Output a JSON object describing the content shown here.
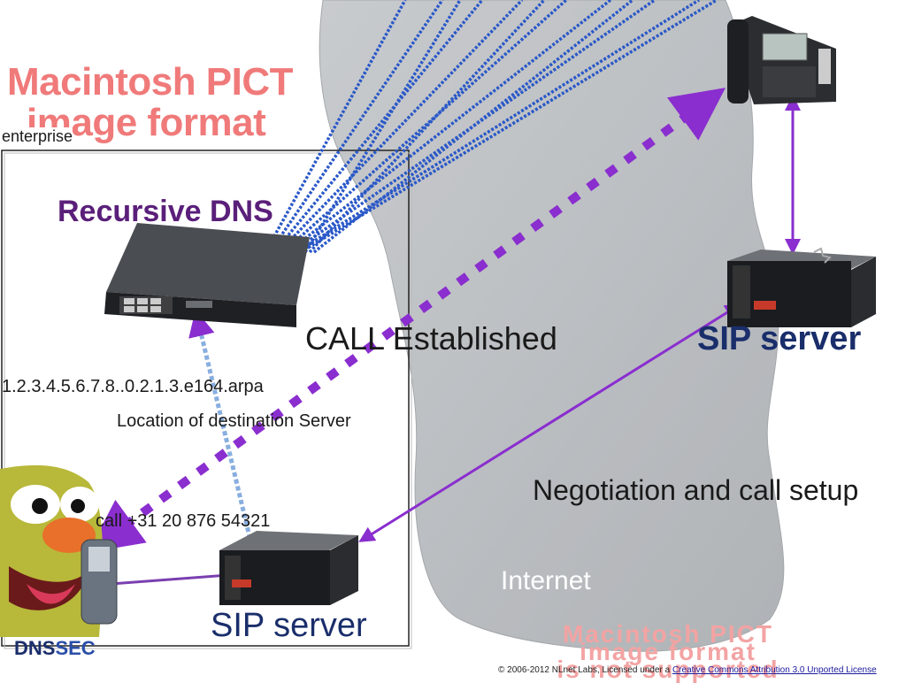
{
  "placeholder_top": [
    "Macintosh PICT",
    "image format"
  ],
  "placeholder_bottom": [
    "Macintosh PICT",
    "image format",
    "is not supported"
  ],
  "labels": {
    "enterprise": "enterprise",
    "recursive_dns": "Recursive DNS",
    "call_established": "CALL Established",
    "sip_server_right": "SIP server",
    "sip_server_bottom": "SIP server",
    "e164": "1.2.3.4.5.6.7.8..0.2.1.3.e164.arpa",
    "location": "Location of destination Server",
    "negotiation": "Negotiation and call setup",
    "call_number": "call +31 20 876 54321",
    "internet": "Internet"
  },
  "logo": {
    "part1": "DNS",
    "part2": "SEC"
  },
  "footer": {
    "prefix": "© 2006-2012 NLnet Labs, Licensed under a ",
    "link": "Creative Commons Attribution 3.0 Unported License"
  },
  "colors": {
    "purple": "#8a2ecf",
    "dark_purple": "#5a1f7a",
    "navy": "#1a2e6b",
    "blue_dots": "#2a58c8",
    "light_blue_dots": "#88aee0",
    "placeholder_red": "#f07a7a",
    "cloud": "#b8bcbf"
  }
}
